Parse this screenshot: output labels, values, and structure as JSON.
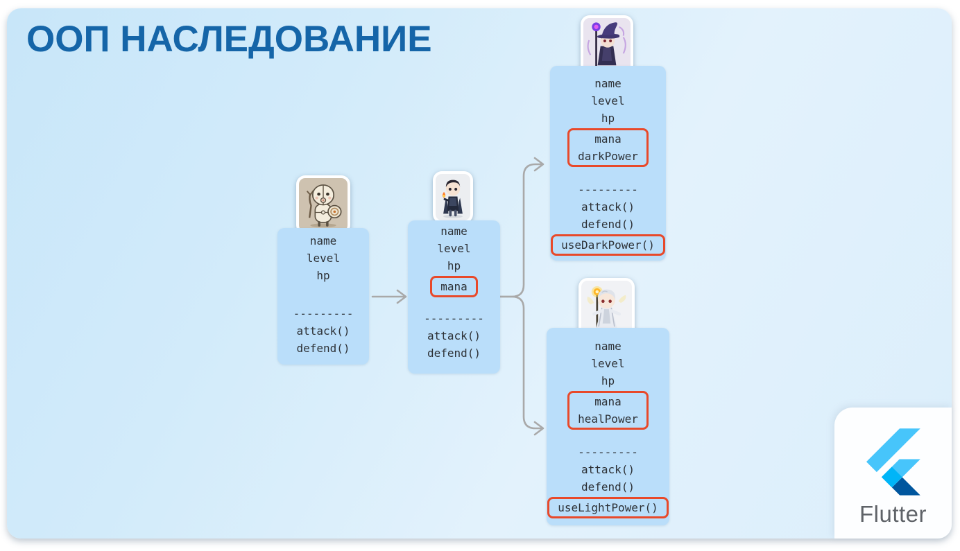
{
  "slide": {
    "title": "ООП НАСЛЕДОВАНИЕ"
  },
  "theme": {
    "title_color": "#1565a8",
    "slide_background": "#d2ebfa",
    "class_box_fill": "#badefa",
    "code_text_color": "#2d3136",
    "highlight_border_color": "#e8492a",
    "connector_color": "#a9a9a9",
    "flutter_light_blue": "#47C5FB",
    "flutter_mid_blue": "#00B5F8",
    "flutter_dark_blue": "#00569E",
    "flutter_text_color": "#5f6368"
  },
  "classes": {
    "base": {
      "avatar": "baby-warrior-with-shield",
      "fields": [
        "name",
        "level",
        "hp"
      ],
      "separator": "---------",
      "methods": [
        "attack()",
        "defend()"
      ]
    },
    "mage": {
      "avatar": "dark-haired-mage-with-flame",
      "fields": [
        "name",
        "level",
        "hp"
      ],
      "new_fields": [
        "mana"
      ],
      "separator": "---------",
      "methods": [
        "attack()",
        "defend()"
      ]
    },
    "dark": {
      "avatar": "dark-wizard-purple-hat",
      "fields": [
        "name",
        "level",
        "hp"
      ],
      "new_fields": [
        "mana",
        "darkPower"
      ],
      "separator": "---------",
      "methods": [
        "attack()",
        "defend()"
      ],
      "new_methods": [
        "useDarkPower()"
      ]
    },
    "light": {
      "avatar": "light-healer-with-staff",
      "fields": [
        "name",
        "level",
        "hp"
      ],
      "new_fields": [
        "mana",
        "healPower"
      ],
      "separator": "---------",
      "methods": [
        "attack()",
        "defend()"
      ],
      "new_methods": [
        "useLightPower()"
      ]
    }
  },
  "footer": {
    "brand": "Flutter"
  }
}
